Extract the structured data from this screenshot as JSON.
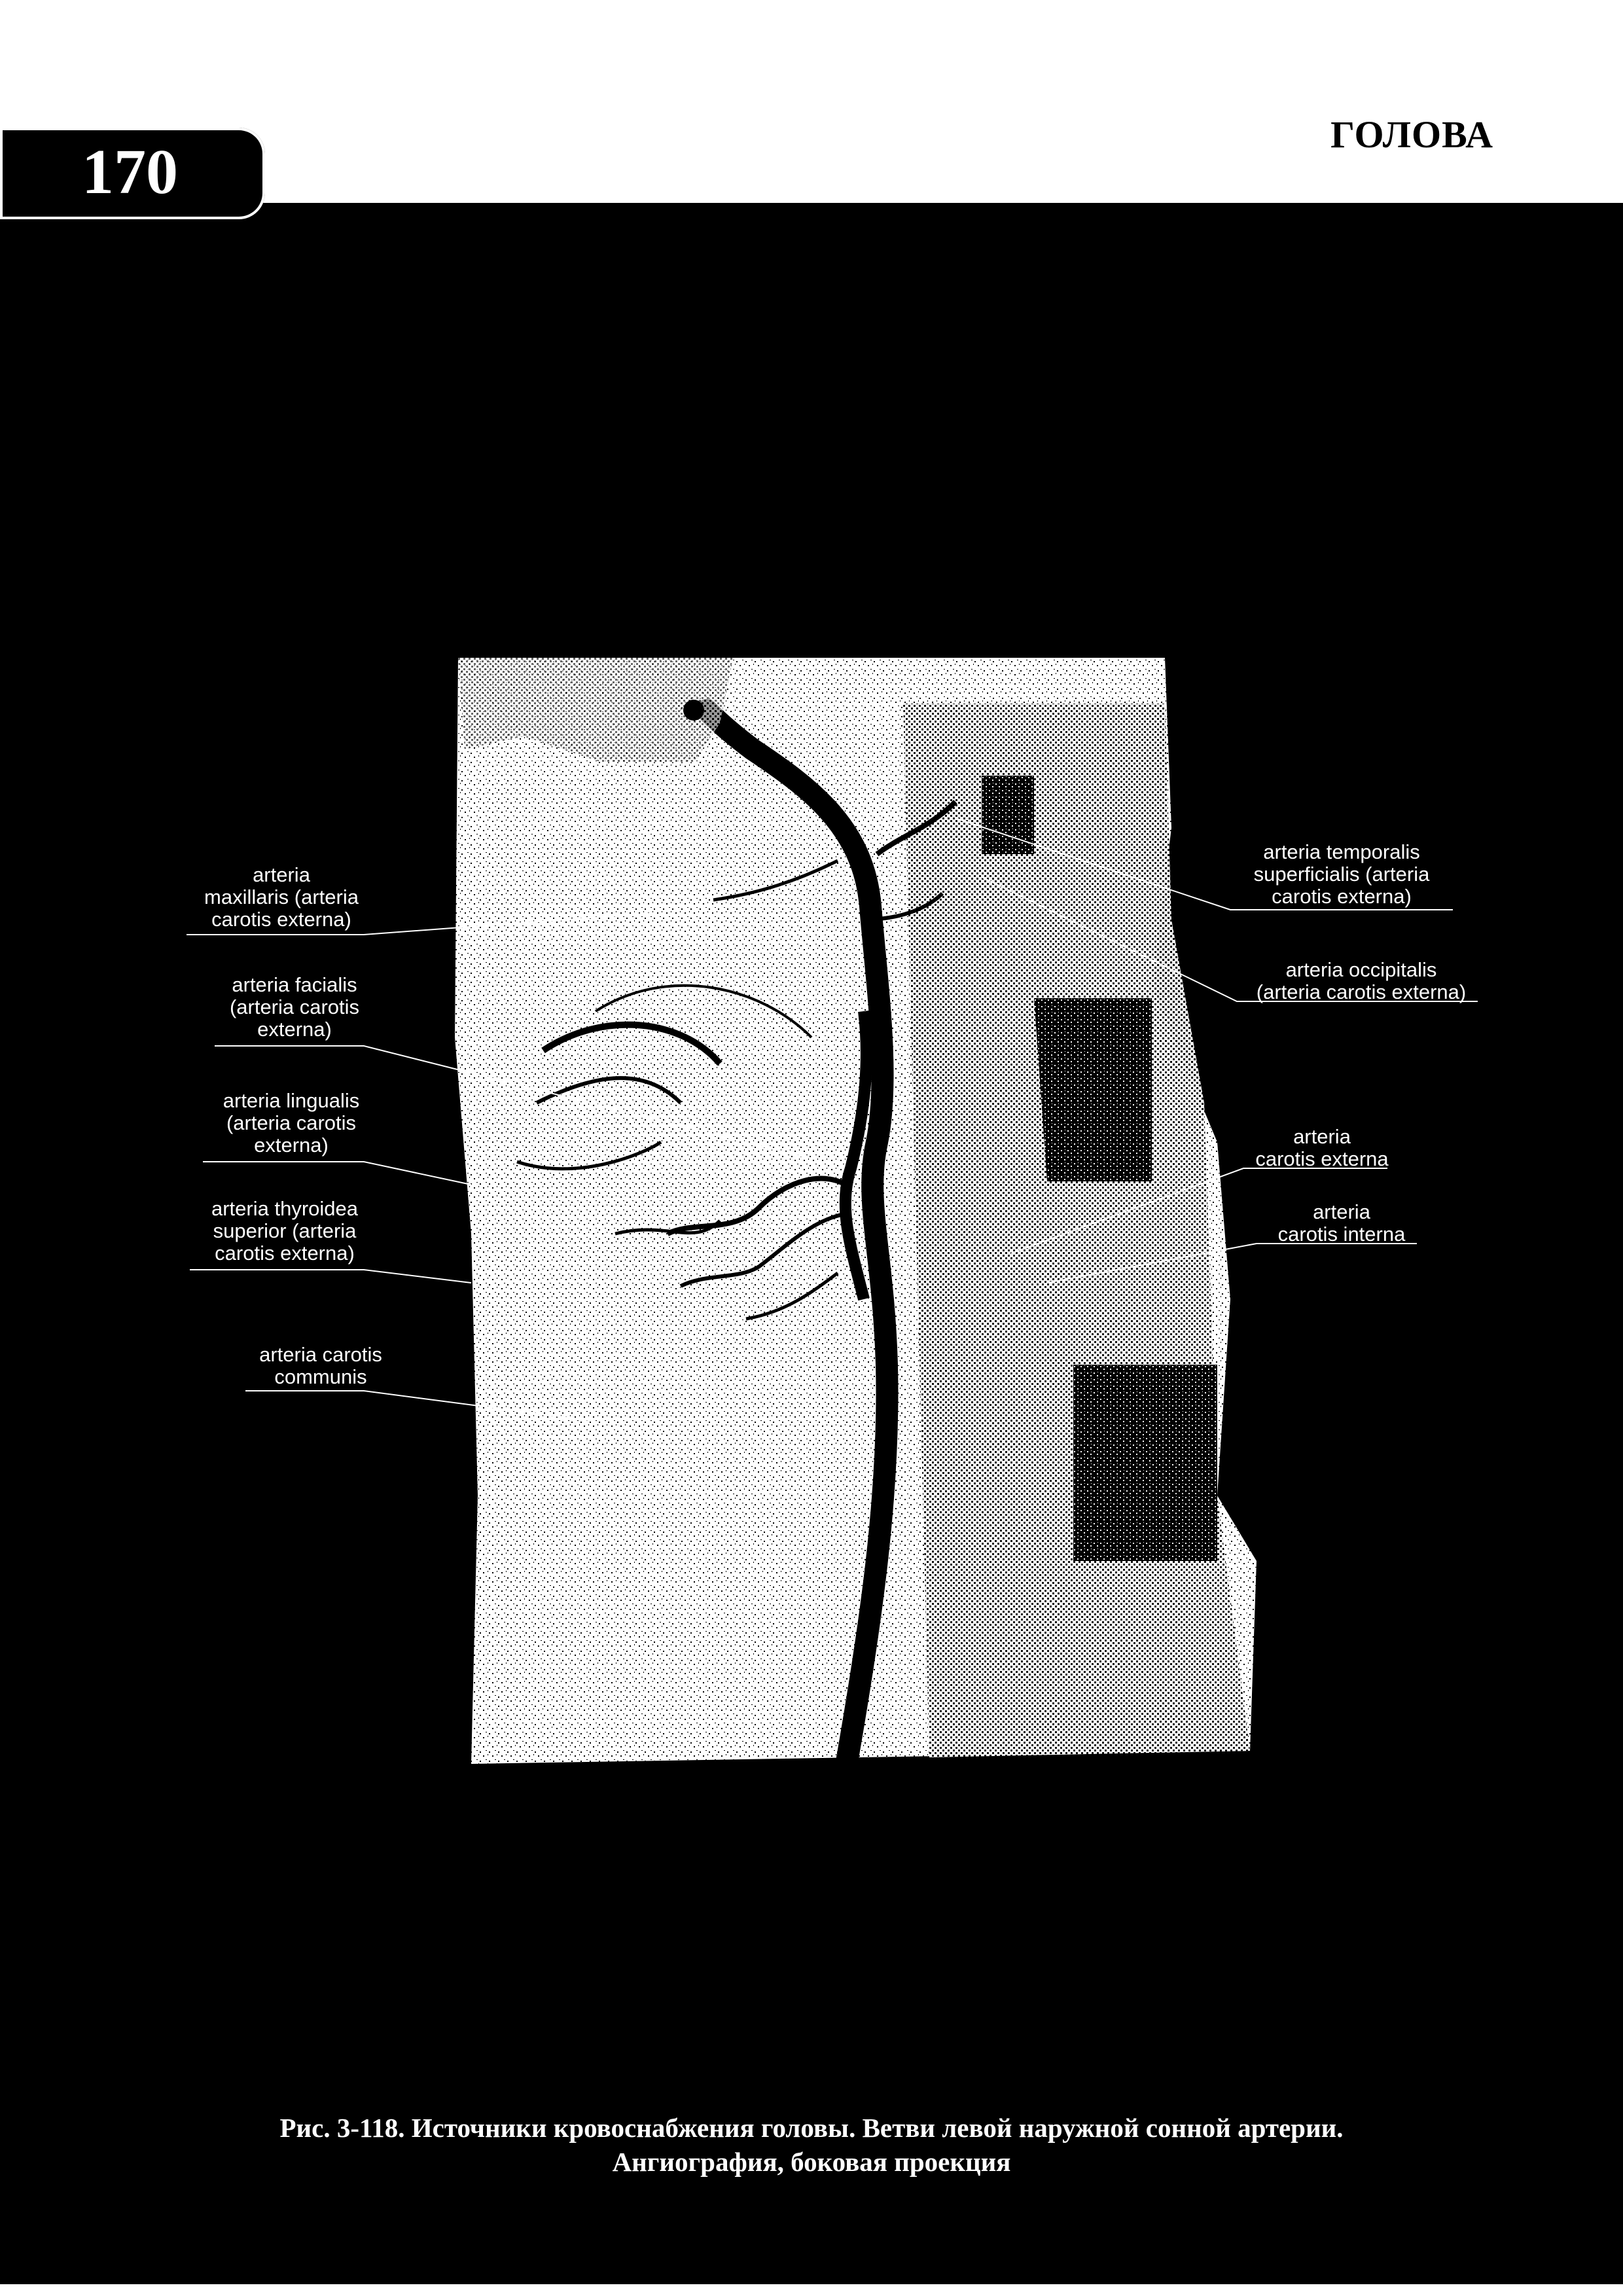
{
  "header": {
    "page_number": "170",
    "section_title": "ГОЛОВА"
  },
  "figure": {
    "labels_left": {
      "maxillaris": "arteria\nmaxillaris (arteria\ncarotis externa)",
      "facialis": "arteria facialis\n(arteria carotis\nexterna)",
      "lingualis": "arteria lingualis\n(arteria carotis\nexterna)",
      "thyroidea": "arteria thyroidea\nsuperior (arteria\ncarotis externa)",
      "communis": "arteria carotis\ncommunis"
    },
    "labels_right": {
      "temporalis": "arteria temporalis\nsuperficialis (arteria\ncarotis externa)",
      "occipitalis": "arteria occipitalis\n(arteria carotis externa)",
      "carotis_externa": "arteria\ncarotis externa",
      "carotis_interna": "arteria\ncarotis interna"
    },
    "caption_line1": "Рис. 3-118. Источники кровоснабжения головы. Ветви левой наружной сонной артерии.",
    "caption_line2": "Ангиография, боковая проекция"
  },
  "colors": {
    "background": "#000000",
    "foreground": "#ffffff"
  }
}
